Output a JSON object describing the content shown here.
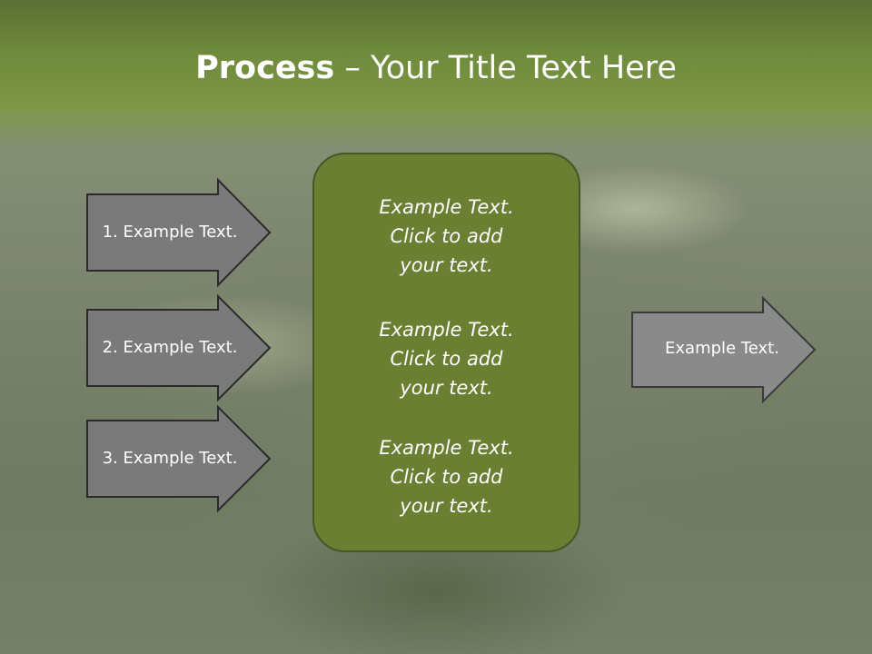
{
  "slide": {
    "title_bold": "Process",
    "title_rest": " – Your Title Text Here",
    "left_arrows": [
      {
        "label": "1. Example Text."
      },
      {
        "label": "2. Example Text."
      },
      {
        "label": "3. Example Text."
      }
    ],
    "center_blocks": [
      {
        "line1": "Example Text.",
        "line2": "Click  to add",
        "line3": "your text."
      },
      {
        "line1": "Example Text.",
        "line2": "Click  to add",
        "line3": "your text."
      },
      {
        "line1": "Example Text.",
        "line2": "Click  to add",
        "line3": "your text."
      }
    ],
    "right_arrow": {
      "label": "Example Text."
    },
    "colors": {
      "header_green": "#7c9745",
      "box_fill": "#6b7f32",
      "arrow_fill": "#7a7a7a",
      "arrow_border": "#2a2a2a"
    }
  }
}
